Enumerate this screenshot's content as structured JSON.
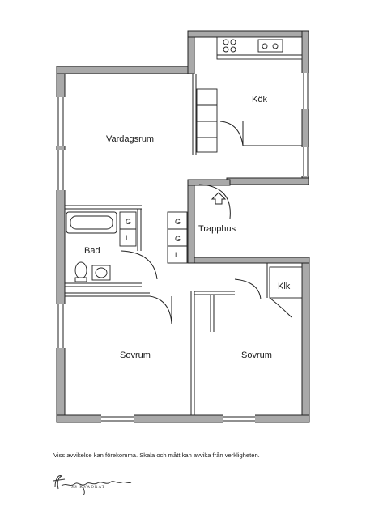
{
  "rooms": {
    "vardagsrum": "Vardagsrum",
    "kok": "Kök",
    "trapphus": "Trapphus",
    "bad": "Bad",
    "klk": "Klk",
    "sovrum_1": "Sovrum",
    "sovrum_2": "Sovrum"
  },
  "closets": {
    "bad_g": "G",
    "bad_l": "L",
    "hall_g1": "G",
    "hall_g2": "G",
    "hall_l": "L"
  },
  "footer": {
    "disclaimer": "Viss avvikelse kan förekomma. Skala och mått kan avvika från verkligheten.",
    "brand_sub": "SS KVADRAT"
  },
  "colors": {
    "wall": "#a9a9a9",
    "line": "#222222"
  }
}
